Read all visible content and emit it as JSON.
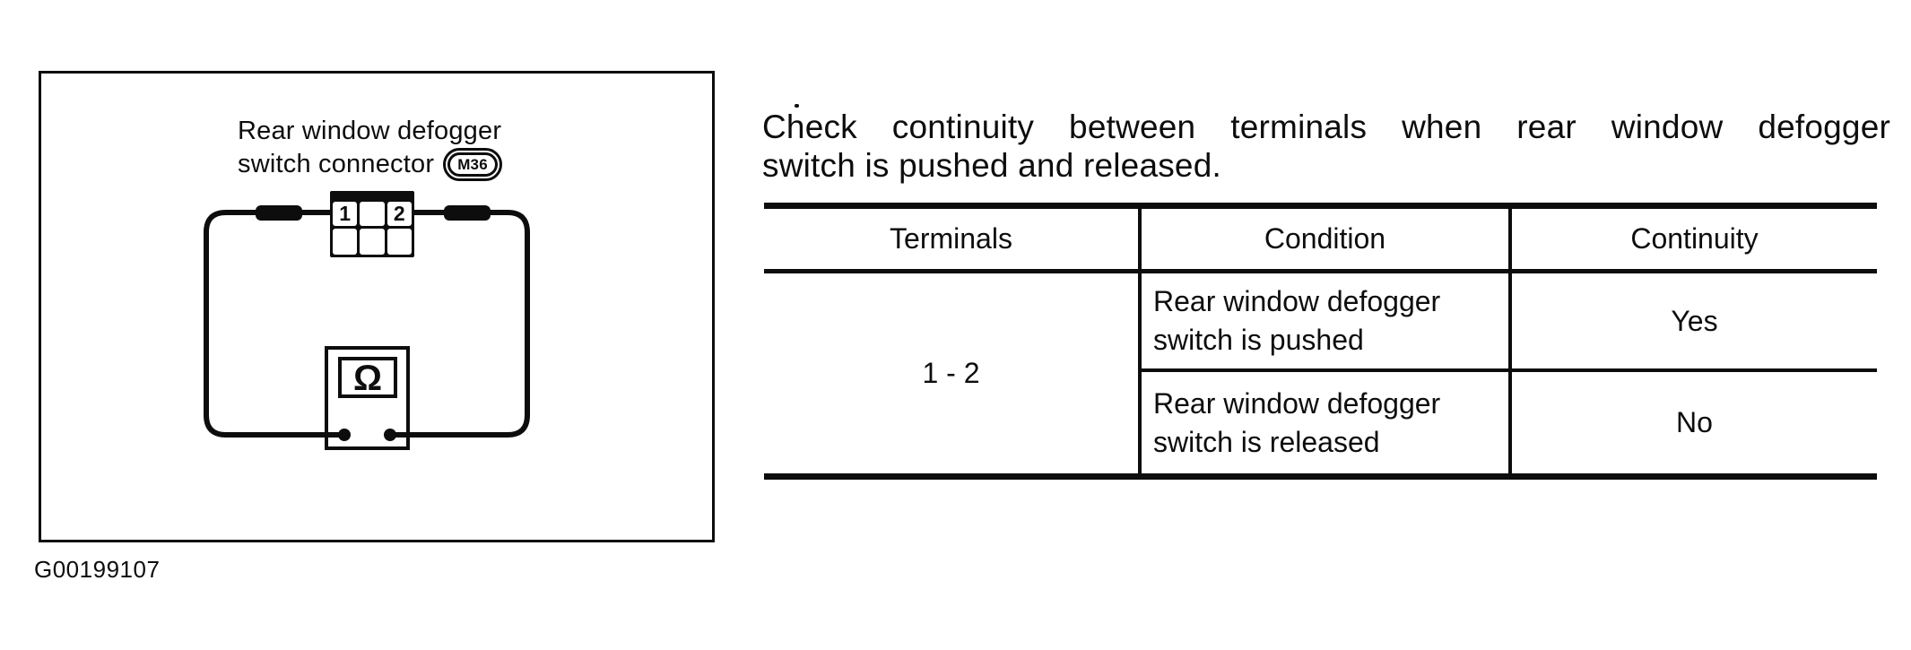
{
  "figure": {
    "label_line1": "Rear window defogger",
    "label_line2": "switch connector",
    "connector_badge": "M36",
    "pin1": "1",
    "pin2": "2",
    "ohm_symbol": "Ω",
    "figure_id": "G00199107"
  },
  "instruction": {
    "line1": "Check continuity between terminals when rear window defogger",
    "line2": "switch is pushed and released."
  },
  "table": {
    "headers": [
      "Terminals",
      "Condition",
      "Continuity"
    ],
    "terminals": "1 - 2",
    "rows": [
      {
        "condition_line1": "Rear window defogger",
        "condition_line2": "switch is pushed",
        "continuity": "Yes"
      },
      {
        "condition_line1": "Rear window defogger",
        "condition_line2": "switch is released",
        "continuity": "No"
      }
    ]
  },
  "colors": {
    "ink": "#0d0d0d",
    "paper": "#ffffff"
  }
}
